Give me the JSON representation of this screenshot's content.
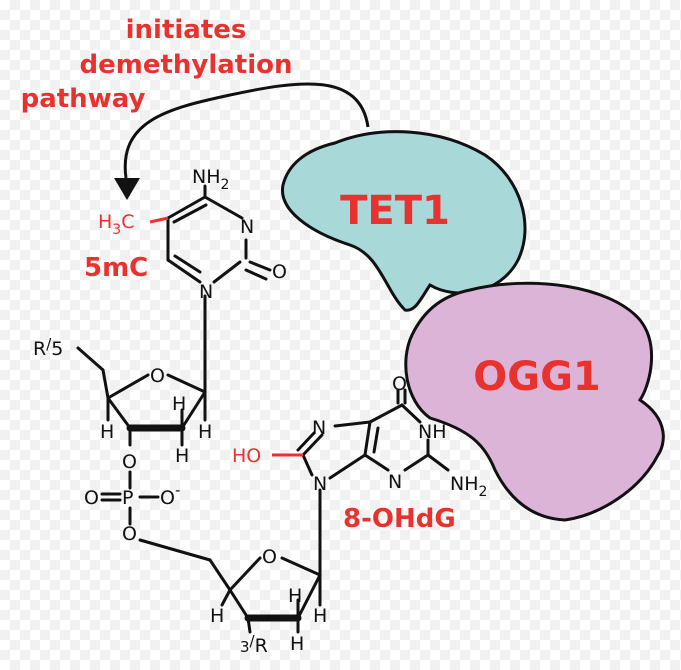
{
  "caption": {
    "line1": "initiates",
    "line2": "demethylation",
    "line3": "pathway"
  },
  "enzymes": {
    "tet1": {
      "label": "TET1",
      "color": "#a8d8d8"
    },
    "ogg1": {
      "label": "OGG1",
      "color": "#dcb4d8"
    }
  },
  "molecules": {
    "fivemc": {
      "label": "5mC"
    },
    "ohdg": {
      "label": "8-OHdG"
    }
  },
  "atoms": {
    "nh2_top": "NH",
    "nh2_top_sub": "2",
    "h3c": "H",
    "h3c_sub": "3",
    "h3c_c": "C",
    "n_ring": "N",
    "o_ring": "O",
    "n1": "N",
    "r5": "R",
    "r5_prime": "/",
    "r5_num": "5",
    "o_sugar1": "O",
    "h_a": "H",
    "h_b": "H",
    "h_c": "H",
    "h_d": "H",
    "o_link1": "O",
    "p": "P",
    "o_dbl": "O",
    "o_minus": "O",
    "o_minus_sign": "-",
    "o_link2": "O",
    "o_sugar2": "O",
    "h_e": "H",
    "h_f": "H",
    "h_g": "H",
    "h_h": "H",
    "r3": "R",
    "r3_num": "3",
    "r3_prime": "/",
    "o_top": "O",
    "n7": "N",
    "nh": "NH",
    "ho": "HO",
    "n9": "N",
    "n3": "N",
    "nh2_b": "NH",
    "nh2_b_sub": "2"
  },
  "colors": {
    "accent_red": "#e8322f",
    "ink": "#111111"
  }
}
